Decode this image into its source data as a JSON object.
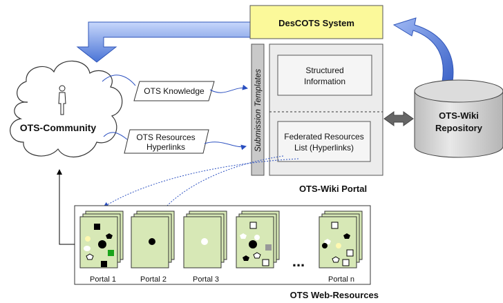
{
  "system": {
    "label": "DesCOTS System"
  },
  "community": {
    "label": "OTS-Community"
  },
  "knowledge": {
    "label": "OTS Knowledge"
  },
  "resources_links": {
    "line1": "OTS Resources",
    "line2": "Hyperlinks"
  },
  "templates": {
    "label": "Submission Templates"
  },
  "structured": {
    "line1": "Structured",
    "line2": "Information"
  },
  "federated": {
    "line1": "Federated Resources",
    "line2": "List (Hyperlinks)"
  },
  "portal_title": "OTS-Wiki Portal",
  "repository": {
    "line1": "OTS-Wiki",
    "line2": "Repository"
  },
  "web_resources_title": "OTS Web-Resources",
  "portals": [
    "Portal 1",
    "Portal 2",
    "Portal 3",
    "Portal n"
  ],
  "ellipsis": "...",
  "colors": {
    "system_fill": "#fbf99a",
    "arrow_blue": "#4a74d6",
    "page_green": "#d7e8b6",
    "cylinder_gray": "#cfcfcf",
    "panel_gray": "#ececec"
  }
}
